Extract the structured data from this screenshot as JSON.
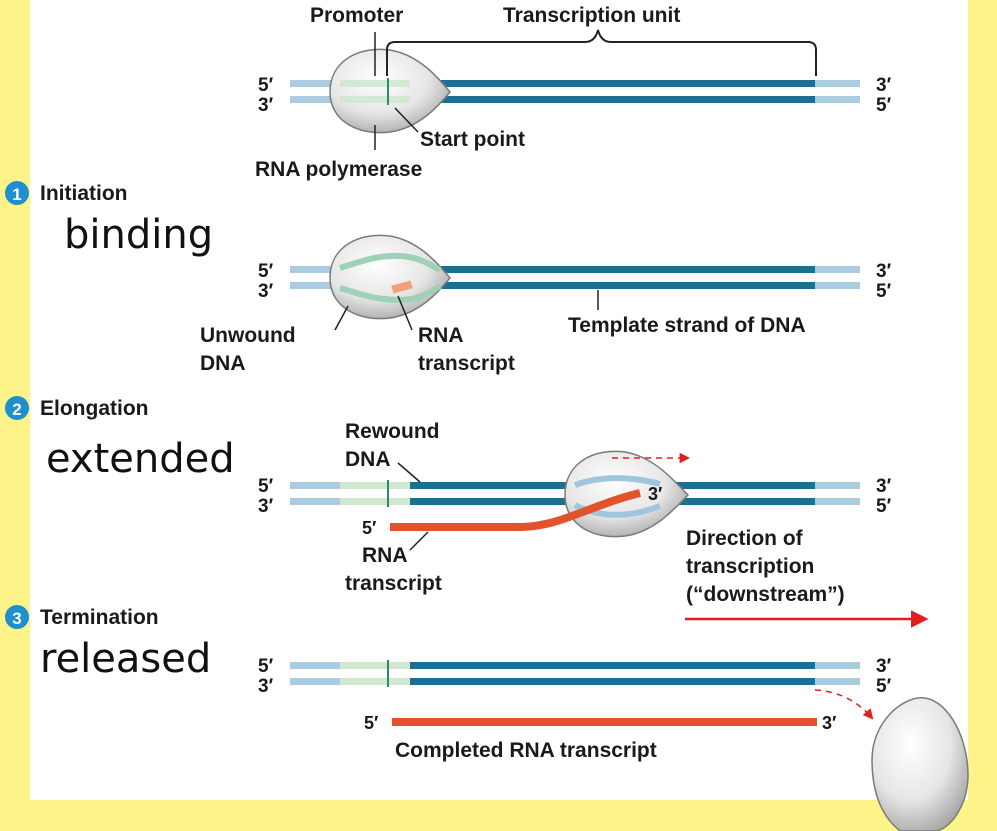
{
  "labels": {
    "promoter": "Promoter",
    "transcription_unit": "Transcription unit",
    "start_point": "Start point",
    "rna_polymerase": "RNA polymerase",
    "unwound_dna_1": "Unwound",
    "unwound_dna_2": "DNA",
    "rna_transcript_1": "RNA",
    "rna_transcript_2": "transcript",
    "template_strand": "Template strand of DNA",
    "rewound_dna_1": "Rewound",
    "rewound_dna_2": "DNA",
    "direction_1": "Direction of",
    "direction_2": "transcription",
    "direction_3": "(“downstream”)",
    "completed_transcript": "Completed RNA transcript",
    "five_prime": "5′",
    "three_prime": "3′"
  },
  "steps": [
    {
      "number": "1",
      "title": "Initiation",
      "handwritten": "binding"
    },
    {
      "number": "2",
      "title": "Elongation",
      "handwritten": "extended"
    },
    {
      "number": "3",
      "title": "Termination",
      "handwritten": "released"
    }
  ],
  "colors": {
    "background": "#fdf489",
    "panel": "#ffffff",
    "dna_strand": "#1b6f93",
    "dna_light": "#a9cce0",
    "promoter": "#cfe8cf",
    "rna": "#e2522b",
    "polymerase": "#d9d9d9",
    "step_badge": "#1e8fcf",
    "arrow": "#e02020"
  }
}
